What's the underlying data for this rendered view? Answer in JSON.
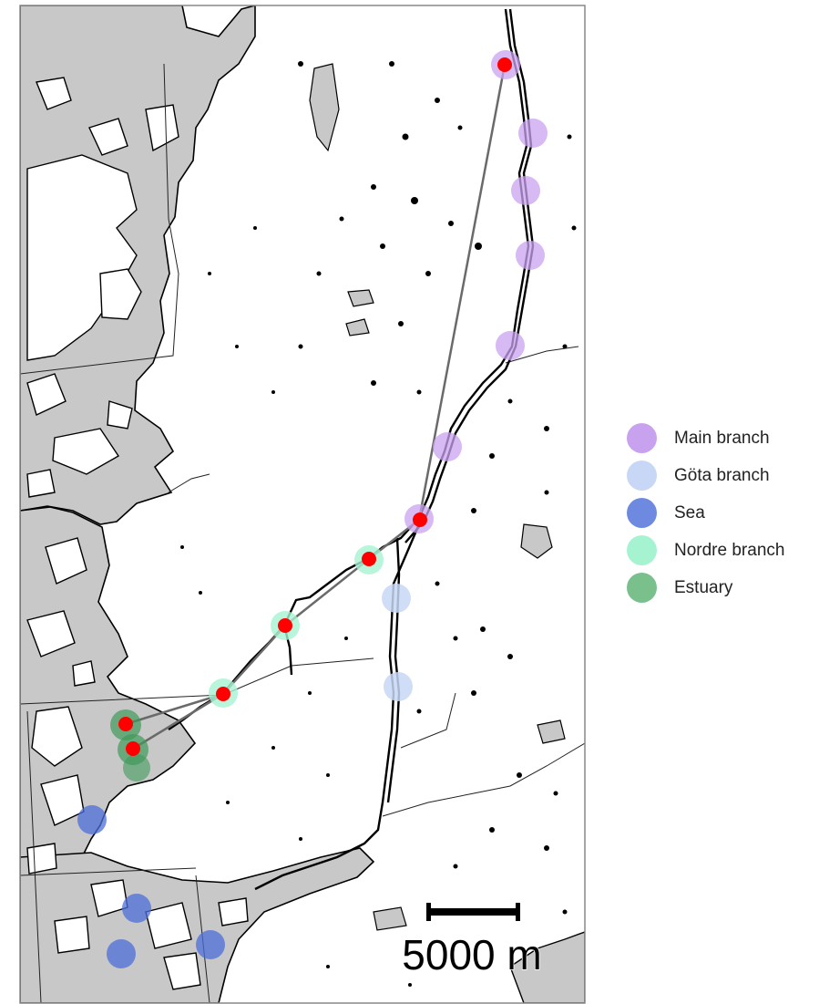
{
  "legend": [
    {
      "key": "main",
      "label": "Main branch",
      "color": "#c9a2ef"
    },
    {
      "key": "gota",
      "label": "Göta branch",
      "color": "#c8d7f6"
    },
    {
      "key": "sea",
      "label": "Sea",
      "color": "#6d8ae0"
    },
    {
      "key": "nordre",
      "label": "Nordre branch",
      "color": "#a6f3d2"
    },
    {
      "key": "estuary",
      "label": "Estuary",
      "color": "#79c08c"
    }
  ],
  "colors": {
    "land": "#ffffff",
    "water": "#c8c8c8",
    "coastline": "#000000",
    "site_marker": "#ff0000",
    "connection_line": "#6a6a6a",
    "map_border": "#888888"
  },
  "scale_bar": {
    "label": "5000 m"
  }
}
